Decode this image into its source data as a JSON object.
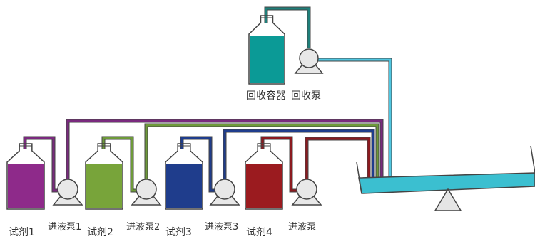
{
  "labels": {
    "recovery_container": "回收容器",
    "recovery_pump": "回收泵",
    "reagents": [
      "试剂1",
      "试剂2",
      "试剂3",
      "试剂4"
    ],
    "feed_pumps": [
      "进液泵1",
      "进液泵2",
      "进液泵3",
      "进液泵"
    ]
  },
  "colors": {
    "reagent_fills": [
      "#8e2a8a",
      "#78a43a",
      "#1f3d8c",
      "#9b1b1f"
    ],
    "reagent_tubes": [
      "#7a2a7e",
      "#6e9a3a",
      "#1f3d8c",
      "#8b1a1f"
    ],
    "recovery_fill": "#0b9a96",
    "recovery_tube_to_pump": "#1f7f7a",
    "recovery_tube_to_tray": "#4fc6e0",
    "tray": "#3bbfd0",
    "stroke": "#444444",
    "pump_fill": "#e8e8e8"
  },
  "icons": {
    "bottle": "bottle-icon",
    "pump": "pump-icon",
    "tray": "tilting-tray-icon",
    "pivot": "triangle-pivot-icon"
  }
}
